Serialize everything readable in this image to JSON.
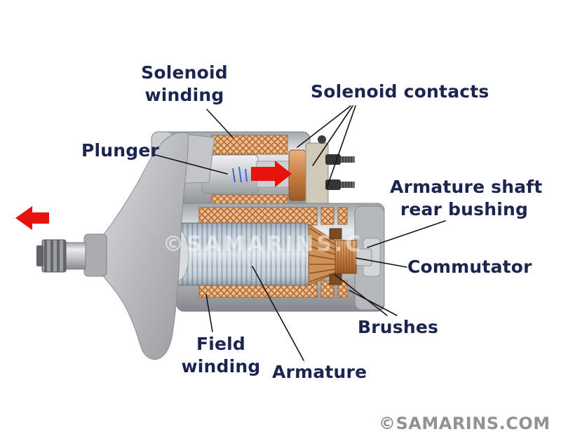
{
  "diagram": {
    "labels": {
      "solenoid_winding_line1": "Solenoid",
      "solenoid_winding_line2": "winding",
      "solenoid_contacts": "Solenoid contacts",
      "plunger": "Plunger",
      "armature_shaft_rear_bushing_line1": "Armature shaft",
      "armature_shaft_rear_bushing_line2": "rear bushing",
      "commutator": "Commutator",
      "brushes": "Brushes",
      "field_winding_line1": "Field",
      "field_winding_line2": "winding",
      "armature": "Armature"
    },
    "watermark_center": "©SAMARINS.C",
    "credit": "©SAMARINS.COM",
    "colors": {
      "label_text": "#1c2550",
      "arrow_red": "#e8120c",
      "credit_text": "#909396",
      "leader_line": "#151515",
      "copper": "#c87f43",
      "silver": "#c6cacd"
    }
  }
}
